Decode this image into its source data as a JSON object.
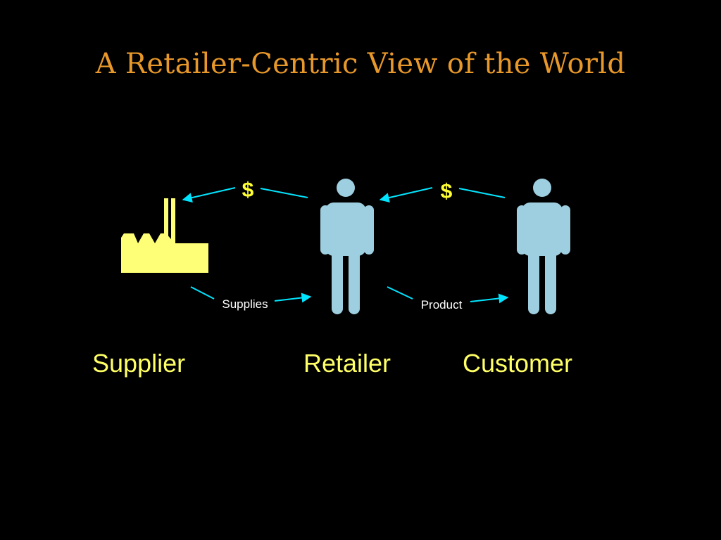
{
  "slide": {
    "title": "A Retailer-Centric View of the World"
  },
  "nodes": [
    {
      "id": "supplier",
      "label": "Supplier",
      "icon": "factory-icon"
    },
    {
      "id": "retailer",
      "label": "Retailer",
      "icon": "person-icon"
    },
    {
      "id": "customer",
      "label": "Customer",
      "icon": "person-icon"
    }
  ],
  "flows": {
    "retailer_to_supplier_money": "$",
    "customer_to_retailer_money": "$",
    "supplier_to_retailer": "Supplies",
    "retailer_to_customer": "Product"
  },
  "colors": {
    "background": "#000000",
    "title": "#e8982a",
    "factory": "#ffff77",
    "person": "#9ecfe0",
    "arrow": "#00e5ff",
    "dollar": "#ffff33",
    "node_label": "#ffff66",
    "flow_label": "#ffffff"
  }
}
